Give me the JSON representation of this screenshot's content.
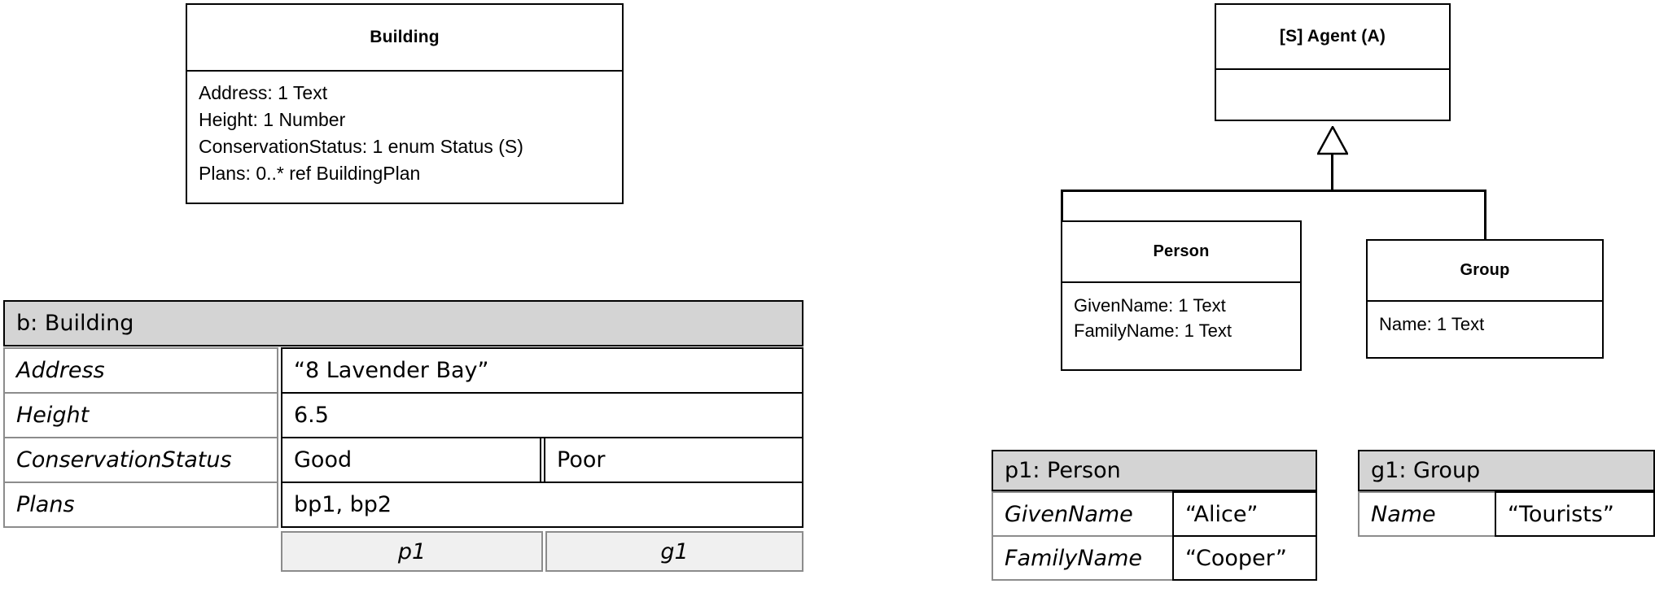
{
  "diagram": {
    "title": "UML class model and object instance tables",
    "colors": {
      "stroke": "#000000",
      "light_stroke": "#8c8c8c",
      "object_header_fill": "#d4d4d4",
      "object_link_fill": "#f0f0f0",
      "background": "#ffffff"
    }
  },
  "classes": {
    "building": {
      "name": "Building",
      "attributes": [
        "Address: 1 Text",
        "Height: 1 Number",
        "ConservationStatus: 1 enum Status (S)",
        "Plans: 0..* ref BuildingPlan"
      ]
    },
    "agent": {
      "name": "[S] Agent (A)",
      "attributes": []
    },
    "person": {
      "name": "Person",
      "attributes": [
        "GivenName: 1 Text",
        "FamilyName: 1 Text"
      ]
    },
    "group": {
      "name": "Group",
      "attributes": [
        "Name: 1 Text"
      ]
    }
  },
  "relationships": {
    "generalization": {
      "kind": "generalization-triangle",
      "parent": "[S] Agent (A)",
      "children": [
        "Person",
        "Group"
      ]
    }
  },
  "objects": {
    "building_instance": {
      "title": "b: Building",
      "rows": [
        {
          "key": "Address",
          "value": "“8 Lavender Bay”",
          "split": false
        },
        {
          "key": "Height",
          "value": "6.5",
          "split": false
        },
        {
          "key": "ConservationStatus",
          "value": "Good",
          "value2": "Poor",
          "split": true
        },
        {
          "key": "Plans",
          "value": "bp1, bp2",
          "split": false
        }
      ],
      "links": [
        "p1",
        "g1"
      ]
    },
    "person_instance": {
      "title": "p1: Person",
      "rows": [
        {
          "key": "GivenName",
          "value": "“Alice”"
        },
        {
          "key": "FamilyName",
          "value": "“Cooper”"
        }
      ]
    },
    "group_instance": {
      "title": "g1: Group",
      "rows": [
        {
          "key": "Name",
          "value": "“Tourists”"
        }
      ]
    }
  }
}
